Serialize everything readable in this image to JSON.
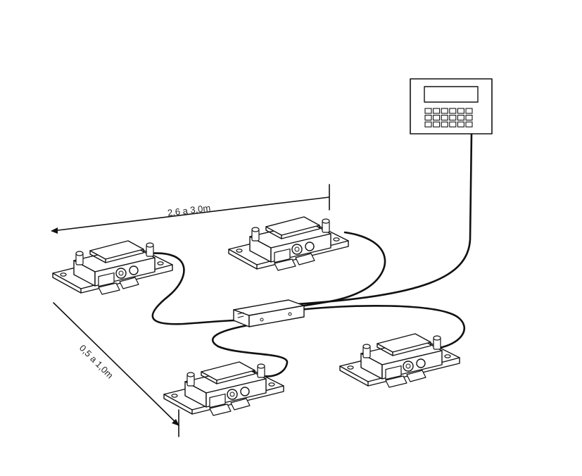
{
  "diagram": {
    "dimension_length": "2,6 a 3,0m",
    "dimension_width": "0,5 a 1,0m",
    "components": {
      "indicator": "weighing-indicator",
      "junction_box": "junction-box",
      "load_cells": [
        "load-cell-rear-left",
        "load-cell-rear-right",
        "load-cell-front-left",
        "load-cell-front-right"
      ]
    },
    "colors": {
      "line": "#111111",
      "background": "#ffffff"
    }
  }
}
